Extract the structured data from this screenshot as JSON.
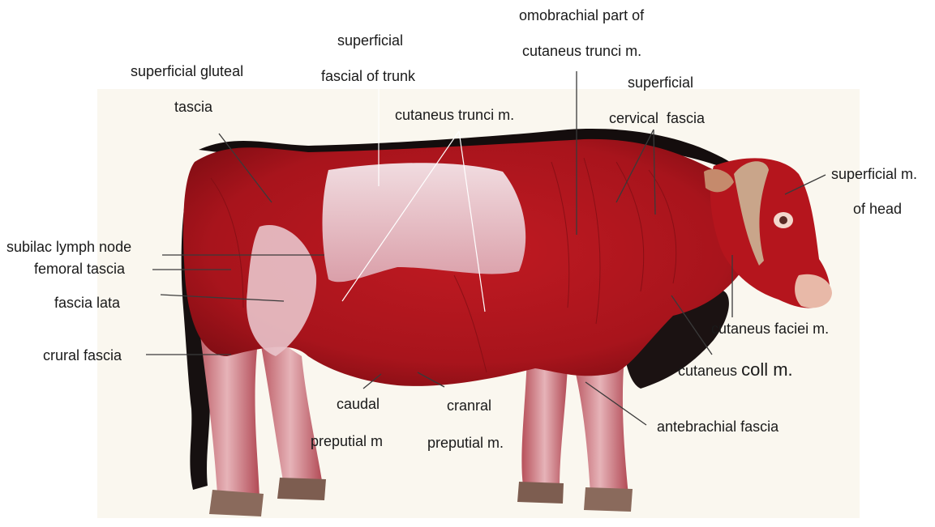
{
  "labels": {
    "superficial_gluteal_1": "superficial gluteal",
    "superficial_gluteal_2": "tascia",
    "superficial_trunk_1": "superficial",
    "superficial_trunk_2": "fascial of trunk",
    "omobrachial_1": "omobrachial part of",
    "omobrachial_2": "cutaneus trunci m.",
    "cutaneus_trunci": "cutaneus trunci m.",
    "cervical_1": "superficial",
    "cervical_2": "cervical  fascia",
    "head_1": "superficial m.",
    "head_2": "of head",
    "subilac": "subilac lymph node",
    "femoral": "femoral tascia",
    "fascia_lata": "fascia lata",
    "crural": "crural fascia",
    "caudal_1": "caudal",
    "caudal_2": "preputial m",
    "cranral_1": "cranral",
    "cranral_2": "preputial m.",
    "faciei": "cutaneus faciei m.",
    "coll_a": "cutaneus",
    "coll_b": "coll m.",
    "antebrachial": "antebrachial fascia"
  }
}
